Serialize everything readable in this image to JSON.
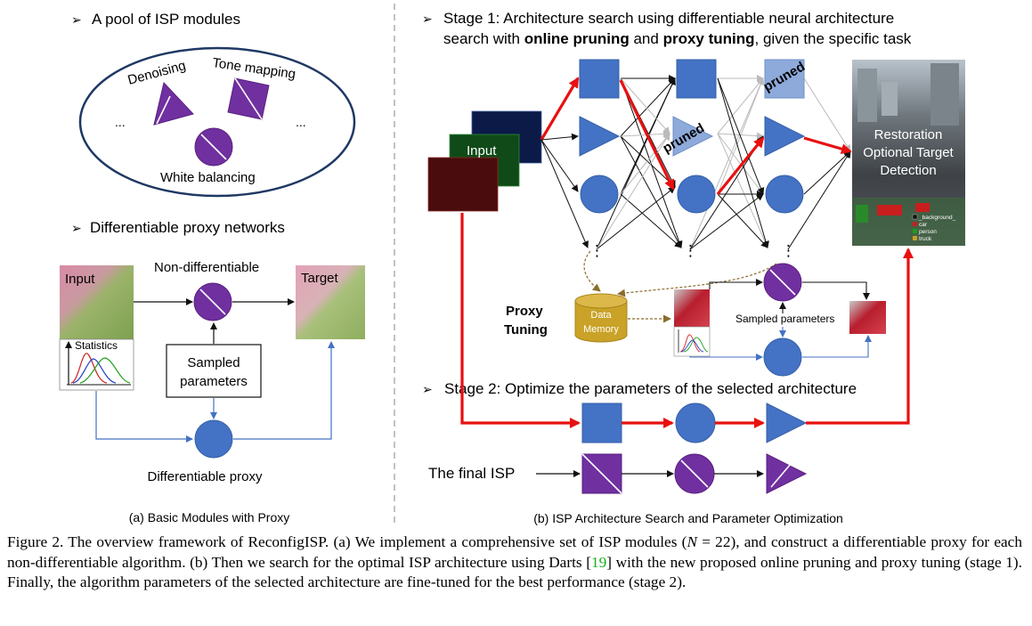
{
  "panel_a": {
    "pool_heading": "A pool of ISP modules",
    "module_denoising": "Denoising",
    "module_tone_mapping": "Tone mapping",
    "module_white_balancing": "White balancing",
    "ellipsis_left": "...",
    "ellipsis_right": "...",
    "proxy_heading": "Differentiable proxy networks",
    "input_label": "Input",
    "target_label": "Target",
    "non_differentiable_label": "Non-differentiable",
    "statistics_label": "Statistics",
    "sampled_parameters_line1": "Sampled",
    "sampled_parameters_line2": "parameters",
    "differentiable_proxy_label": "Differentiable proxy",
    "subcaption": "(a) Basic Modules with Proxy"
  },
  "panel_b": {
    "stage1_line1": "Stage 1: Architecture search using differentiable neural architecture",
    "stage1_line2_a": "search with ",
    "stage1_line2_b": "online pruning",
    "stage1_line2_c": " and ",
    "stage1_line2_d": "proxy tuning",
    "stage1_line2_e": ", given the specific task",
    "input_label": "Input",
    "pruned_label_1": "pruned",
    "pruned_label_2": "pruned",
    "vdots": "⋮",
    "output_line1": "Restoration",
    "output_line2": "Optional Target",
    "output_line3": "Detection",
    "legend": [
      "_background_",
      "car",
      "person",
      "truck"
    ],
    "legend_colors": [
      "#111111",
      "#c81e1e",
      "#1e9a1e",
      "#c8a028"
    ],
    "proxy_tuning_line1": "Proxy",
    "proxy_tuning_line2": "Tuning",
    "data_memory_line1": "Data",
    "data_memory_line2": "Memory",
    "sampled_parameters": "Sampled parameters",
    "stage2_heading": "Stage 2: Optimize the parameters of the selected architecture",
    "final_isp_label": "The final ISP",
    "subcaption": "(b) ISP Architecture Search and Parameter Optimization"
  },
  "colors": {
    "module_blue": "#4472c4",
    "module_purple": "#7030a0",
    "pruned_light_blue": "#8eaadb",
    "search_red": "#e81010",
    "ellipse_navy": "#1f3864",
    "memory_gold": "#c9a227"
  },
  "caption": {
    "lead": "Figure 2.  The overview framework of ReconfigISP. (a) We implement a comprehensive set of ISP modules (",
    "math": "N",
    "after_math": " = 22), and construct a differentiable proxy for each non-differentiable algorithm. (b) Then we search for the optimal ISP architecture using Darts [",
    "citation": "19",
    "tail": "] with the new proposed online pruning and proxy tuning (stage 1). Finally, the algorithm parameters of the selected architecture are fine-tuned for the best performance (stage 2)."
  }
}
